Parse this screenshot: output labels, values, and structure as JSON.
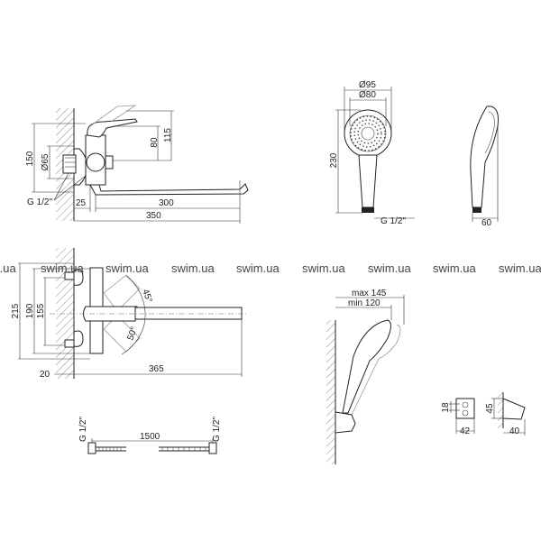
{
  "watermark": "swim.ua",
  "side_view": {
    "dim_150": "150",
    "dim_65": "Ø65",
    "dim_80": "80",
    "dim_115": "115",
    "dim_25": "25",
    "dim_300": "300",
    "dim_350": "350",
    "thread": "G 1/2\""
  },
  "top_view": {
    "dim_215": "215",
    "dim_190": "190",
    "dim_155": "155",
    "dim_20": "20",
    "dim_365": "365",
    "angle_45": "45°",
    "angle_50": "50°"
  },
  "hand_shower_front": {
    "dim_95": "Ø95",
    "dim_80": "Ø80",
    "dim_230": "230",
    "thread": "G 1/2\""
  },
  "hand_shower_side": {
    "dim_60": "60"
  },
  "hand_shower_holder": {
    "dim_max": "max 145",
    "dim_min": "min 120"
  },
  "holder_front": {
    "dim_18": "18",
    "dim_42": "42"
  },
  "holder_side": {
    "dim_45": "45",
    "dim_40": "40"
  },
  "hose": {
    "dim_1500": "1500",
    "thread_left": "G 1/2\"",
    "thread_right": "G 1/2\""
  }
}
